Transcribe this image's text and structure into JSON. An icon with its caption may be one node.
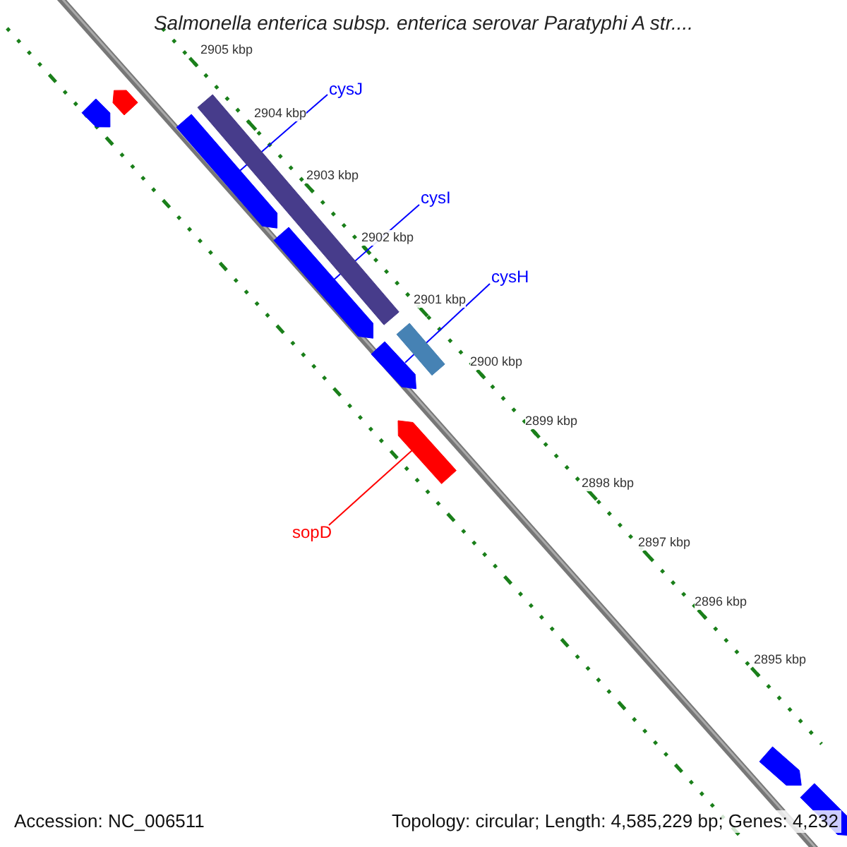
{
  "diagram": {
    "title": "Salmonella enterica subsp. enterica serovar Paratyphi A str....",
    "nodes": [
      {
        "text": [],
        "shape": "pentagon"
      },
      {
        "text": [],
        "shape": "pentagon"
      },
      {
        "text": [],
        "shape": "bar"
      },
      {
        "text": [],
        "shape": "pentagon"
      },
      {
        "text": [
          "cysJ"
        ]
      },
      {
        "text": [
          "cysI"
        ]
      },
      {
        "text": [],
        "shape": "pentagon"
      },
      {
        "text": [
          "cysH"
        ]
      },
      {
        "text": [],
        "shape": "bar"
      },
      {
        "text": [],
        "shape": "pentagon"
      },
      {
        "text": [],
        "shape": "pentagon"
      },
      {
        "text": [
          "sopD"
        ]
      },
      {
        "text": [],
        "shape": "pentagon"
      },
      {
        "text": [],
        "shape": "pentagon"
      }
    ],
    "edges": [
      {
        "from": 4,
        "to": 3,
        "arrow": "none"
      },
      {
        "from": 5,
        "to": 6,
        "arrow": "none"
      },
      {
        "from": 7,
        "to": 9,
        "arrow": "none"
      },
      {
        "from": 11,
        "to": 10,
        "arrow": "none",
        "color": "#ff0000"
      }
    ],
    "labels": [
      "2905 kbp",
      "2904 kbp",
      "2903 kbp",
      "2902 kbp",
      "2901 kbp",
      "2900 kbp",
      "2899 kbp",
      "2898 kbp",
      "2897 kbp",
      "2896 kbp",
      "2895 kbp",
      "Accession: NC_006511",
      "Topology: circular; Length: 4,585,229 bp; Genes: 4,232"
    ]
  }
}
